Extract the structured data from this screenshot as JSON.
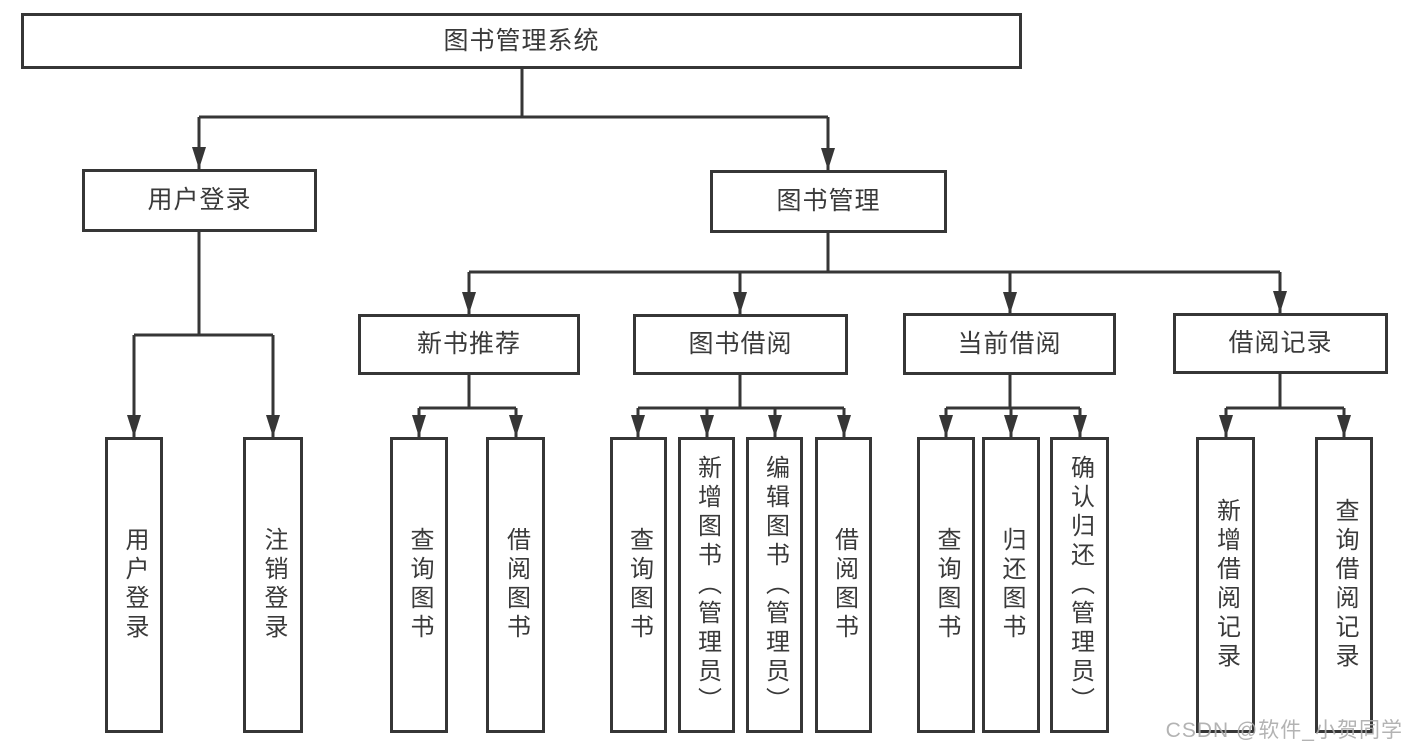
{
  "diagram_title": "图书管理系统",
  "nodes": {
    "root": "图书管理系统",
    "user_login": "用户登录",
    "book_mgmt": "图书管理",
    "new_book_rec": "新书推荐",
    "book_borrow": "图书借阅",
    "current_borrow": "当前借阅",
    "borrow_record": "借阅记录",
    "ul_login": "用户登录",
    "ul_logout": "注销登录",
    "nb_query_book": "查询图书",
    "nb_borrow_book": "借阅图书",
    "bb_query_book": "查询图书",
    "bb_add_book": "新增图书（管理员）",
    "bb_edit_book": "编辑图书（管理员）",
    "bb_borrow_book": "借阅图书",
    "cb_query_book": "查询图书",
    "cb_return_book": "归还图书",
    "cb_confirm_return": "确认归还（管理员）",
    "br_add_record": "新增借阅记录",
    "br_query_record": "查询借阅记录"
  },
  "watermark": "CSDN @软件_小贺同学",
  "colors": {
    "line": "#363636",
    "text": "#3a3a3a",
    "watermark": "#ababab",
    "background": "#ffffff"
  }
}
